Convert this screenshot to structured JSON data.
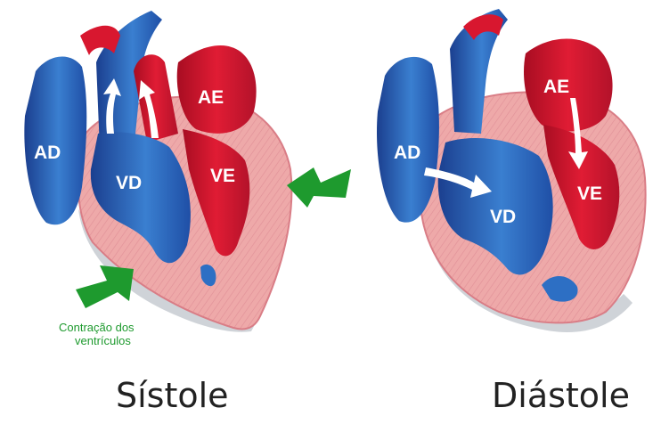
{
  "systole": {
    "caption": "Sístole",
    "labels": {
      "ad": "AD",
      "vd": "VD",
      "ae": "AE",
      "ve": "VE"
    },
    "note_line1": "Contração dos",
    "note_line2": "ventrículos"
  },
  "diastole": {
    "caption": "Diástole",
    "labels": {
      "ad": "AD",
      "vd": "VD",
      "ae": "AE",
      "ve": "VE"
    }
  },
  "colors": {
    "muscle": "#eea9a9",
    "muscle_edge": "#d97d86",
    "venous_blue": "#2d6fc4",
    "venous_dark": "#1b3f8f",
    "arterial_red": "#d8172f",
    "arterial_dark": "#a80d22",
    "contraction_arrow": "#1e9a2e",
    "pericardium": "#cfd3d8"
  }
}
